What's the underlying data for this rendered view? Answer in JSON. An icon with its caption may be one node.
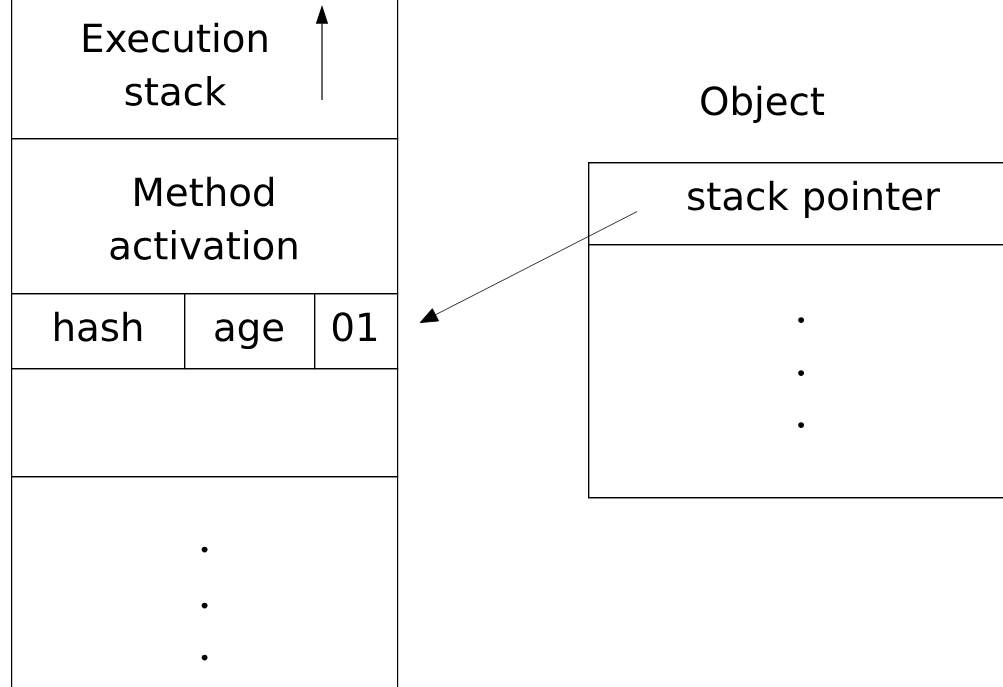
{
  "diagram": {
    "nodes": [
      {
        "text": [
          "Execution stack"
        ]
      },
      {
        "text": [
          "Method activation"
        ]
      },
      {
        "text": [
          "hash"
        ]
      },
      {
        "text": [
          "age"
        ]
      },
      {
        "text": [
          "01"
        ]
      },
      {
        "text": [],
        "shape": "box"
      },
      {
        "text": [],
        "shape": "box"
      },
      {
        "text": [
          "Object"
        ]
      },
      {
        "text": [
          "stack pointer"
        ],
        "in": 7
      },
      {
        "text": [],
        "shape": "box",
        "in": 7
      }
    ],
    "edges": [
      {
        "from": 8,
        "to": 4,
        "arrow": "to"
      }
    ]
  }
}
